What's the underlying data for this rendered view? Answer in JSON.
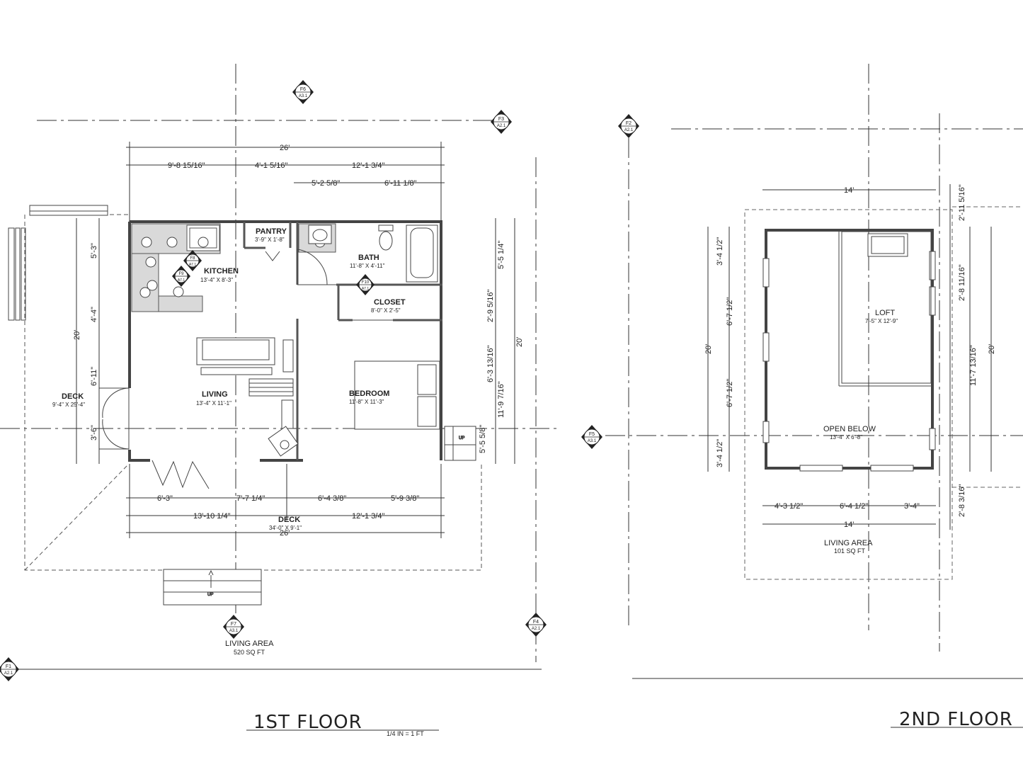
{
  "floor1": {
    "title": "1ST FLOOR",
    "scale": "1/4 IN = 1 FT",
    "living_area_label": "LIVING AREA",
    "living_area_value": "520 SQ FT",
    "rooms": {
      "pantry": {
        "name": "PANTRY",
        "size": "3'-9\" X 1'-8\""
      },
      "kitchen": {
        "name": "KITCHEN",
        "size": "13'-4\" X 8'-3\""
      },
      "bath": {
        "name": "BATH",
        "size": "11'-8\" X 4'-11\""
      },
      "closet": {
        "name": "CLOSET",
        "size": "8'-0\" X 2'-5\""
      },
      "living": {
        "name": "LIVING",
        "size": "13'-4\" X 11'-1\""
      },
      "bedroom": {
        "name": "BEDROOM",
        "size": "11'-8\" X 11'-3\""
      },
      "deck_side": {
        "name": "DECK",
        "size": "9'-4\" X 25'-4\""
      },
      "deck_front": {
        "name": "DECK",
        "size": "34'-0\" X 9'-1\""
      }
    },
    "dims": {
      "top_overall": "26'",
      "top_a": "9'-8 15/16\"",
      "top_b": "4'-1 5/16\"",
      "top_c": "12'-1 3/4\"",
      "top_d": "5'-2 5/8\"",
      "top_e": "6'-11 1/8\"",
      "left_overall": "20'",
      "left_a": "5'-3\"",
      "left_b": "4'-4\"",
      "left_c": "6'-11\"",
      "left_d": "3'-6\"",
      "right_overall": "20'",
      "right_a": "5'-5 1/4\"",
      "right_b": "2'-9 5/16\"",
      "right_c": "6'-3 13/16\"",
      "right_d": "11'-9 7/16\"",
      "right_e": "5'-5 5/8\"",
      "bot_a": "6'-3\"",
      "bot_b": "7'-7 1/4\"",
      "bot_c": "6'-4 3/8\"",
      "bot_d": "5'-9 3/8\"",
      "bot_e": "13'-10 1/4\"",
      "bot_f": "12'-1 3/4\"",
      "bot_overall": "26'"
    },
    "stair_label": "UP",
    "stair_label_2": "UP"
  },
  "floor2": {
    "title": "2ND FLOOR",
    "living_area_label": "LIVING AREA",
    "living_area_value": "101 SQ FT",
    "rooms": {
      "loft": {
        "name": "LOFT",
        "size": "7'-5\" X 12'-9\""
      },
      "open_below": {
        "name": "OPEN BELOW",
        "size": "13'-4\" X 6'-8\""
      }
    },
    "dims": {
      "top_overall": "14'",
      "bot_overall": "14'",
      "bot_a": "4'-3 1/2\"",
      "bot_b": "6'-4 1/2\"",
      "bot_c": "3'-4\"",
      "left_overall": "20'",
      "left_a": "3'-4 1/2\"",
      "left_b": "6'-7 1/2\"",
      "left_c": "6'-7 1/2\"",
      "left_d": "3'-4 1/2\"",
      "right_overall": "20'",
      "right_a": "2'-11 5/16\"",
      "right_b": "2'-8 11/16\"",
      "right_c": "11'-7 13/16\"",
      "right_d": "2'-8 3/16\""
    }
  },
  "markers": {
    "f6": {
      "id": "F6",
      "sheet": "A3.1"
    },
    "f3": {
      "id": "F3",
      "sheet": "A2.1"
    },
    "f2": {
      "id": "F2",
      "sheet": "A2.1"
    },
    "f5": {
      "id": "F5",
      "sheet": "A3.1"
    },
    "f7": {
      "id": "F7",
      "sheet": "A3.1"
    },
    "f4": {
      "id": "F4",
      "sheet": "A2.1"
    },
    "f1": {
      "id": "F1",
      "sheet": "A2.1"
    },
    "f8": {
      "id": "F8",
      "sheet": "A7.1"
    },
    "f9": {
      "id": "F9",
      "sheet": "A7.1"
    },
    "f10": {
      "id": "F10",
      "sheet": "A7.1"
    }
  },
  "colors": {
    "line": "#222222",
    "wall": "#555555",
    "fill_gray": "#d9d9d9"
  }
}
